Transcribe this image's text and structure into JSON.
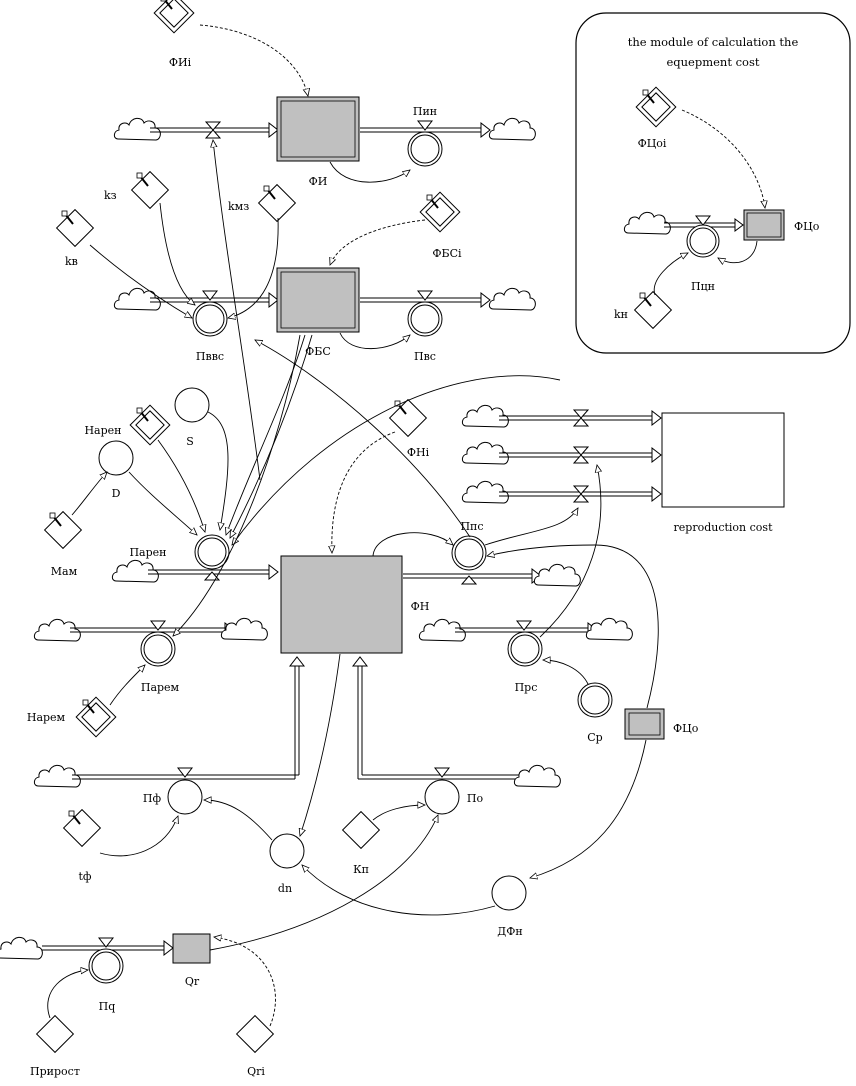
{
  "diagram": {
    "type": "system-dynamics-stock-flow",
    "module_box": {
      "title_line1": "the module of calculation the",
      "title_line2": "equepment cost"
    },
    "stocks": {
      "fi": "ФИ",
      "fbs": "ФБС",
      "fn": "ФН",
      "fco_module": "ФЦо",
      "fco_ghost": "ФЦо",
      "qr": "Qr",
      "reproduction_cost": "reproduction cost"
    },
    "flows": {
      "pin": "Пин",
      "pvvs": "Пввс",
      "pvs": "Пвс",
      "paren": "Парен",
      "parem": "Парем",
      "pps": "Ппс",
      "prs": "Прс",
      "pf": "Пф",
      "po": "По",
      "pq": "Пq",
      "pcin": "Пцн"
    },
    "variables": {
      "fii": "ФИi",
      "kz": "kз",
      "kv": "kв",
      "kmz": "kмз",
      "fbsi": "ФБСi",
      "s": "S",
      "d": "D",
      "naren": "Нарен",
      "mam": "Мам",
      "fni": "ФНi",
      "narem": "Нарем",
      "cp": "Cp",
      "tf": "tф",
      "dn": "dn",
      "kp": "Кп",
      "dfn": "ДФн",
      "prirost": "Прирост",
      "qri": "Qri",
      "fcoi": "ФЦоi",
      "kn": "kн"
    }
  }
}
